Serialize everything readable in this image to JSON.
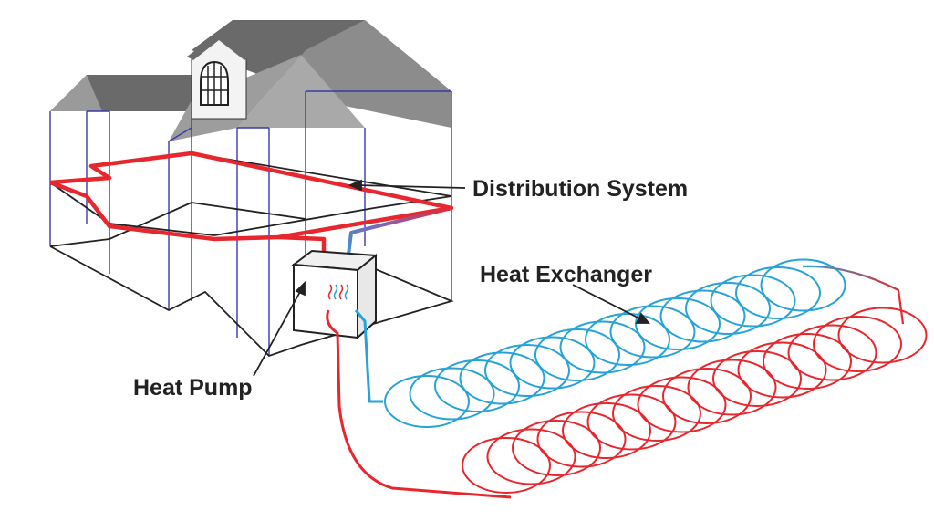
{
  "labels": {
    "distribution_system": "Distribution System",
    "heat_exchanger": "Heat Exchanger",
    "heat_pump": "Heat Pump"
  },
  "colors": {
    "hot_pipe": "#e8262d",
    "cold_pipe": "#27a3d8",
    "roof": "#6a6a6a",
    "roof_light": "#a9a9a9",
    "wall_edge": "#3a3aa8",
    "outline": "#222222",
    "text": "#222222"
  },
  "icons": {
    "house": "house-icon",
    "window": "dormer-window-icon",
    "heat_pump_unit": "heat-pump-unit-icon",
    "heat_waves": "heat-waves-icon"
  },
  "coil_loops": {
    "blue_count": 16,
    "red_count": 16
  }
}
